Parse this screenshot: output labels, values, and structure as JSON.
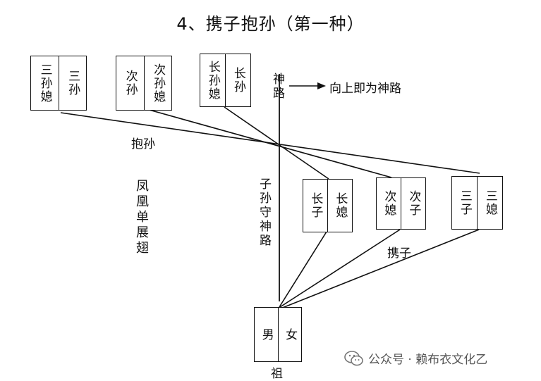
{
  "title": "4、携子抱孙（第一种）",
  "shen_lu": "神路",
  "arrow_note": "向上即为神路",
  "bao_sun": "抱孙",
  "feng_huang": "凤凰单展翅",
  "zi_sun": "子孙守神路",
  "xie_zi": "携子",
  "zu": "祖",
  "grandsons": {
    "third": {
      "left": "三孙媳",
      "right": "三孙"
    },
    "second": {
      "left": "次孙",
      "right": "次孙媳"
    },
    "eldest": {
      "left": "长孙媳",
      "right": "长孙"
    }
  },
  "sons": {
    "eldest": {
      "left": "长子",
      "right": "长媳"
    },
    "second": {
      "left": "次媳",
      "right": "次子"
    },
    "third": {
      "left": "三子",
      "right": "三媳"
    }
  },
  "ancestor": {
    "left": "男",
    "right": "女"
  },
  "watermark": "公众号 · 赖布衣文化乙",
  "wechat_icon": "wechat-icon"
}
